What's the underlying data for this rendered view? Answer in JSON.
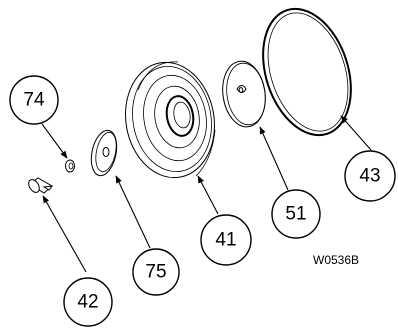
{
  "callouts": [
    {
      "id": "74",
      "label": "74"
    },
    {
      "id": "75",
      "label": "75"
    },
    {
      "id": "41",
      "label": "41"
    },
    {
      "id": "51",
      "label": "51"
    },
    {
      "id": "43",
      "label": "43"
    },
    {
      "id": "42",
      "label": "42"
    }
  ],
  "drawing_code": "W0536B"
}
